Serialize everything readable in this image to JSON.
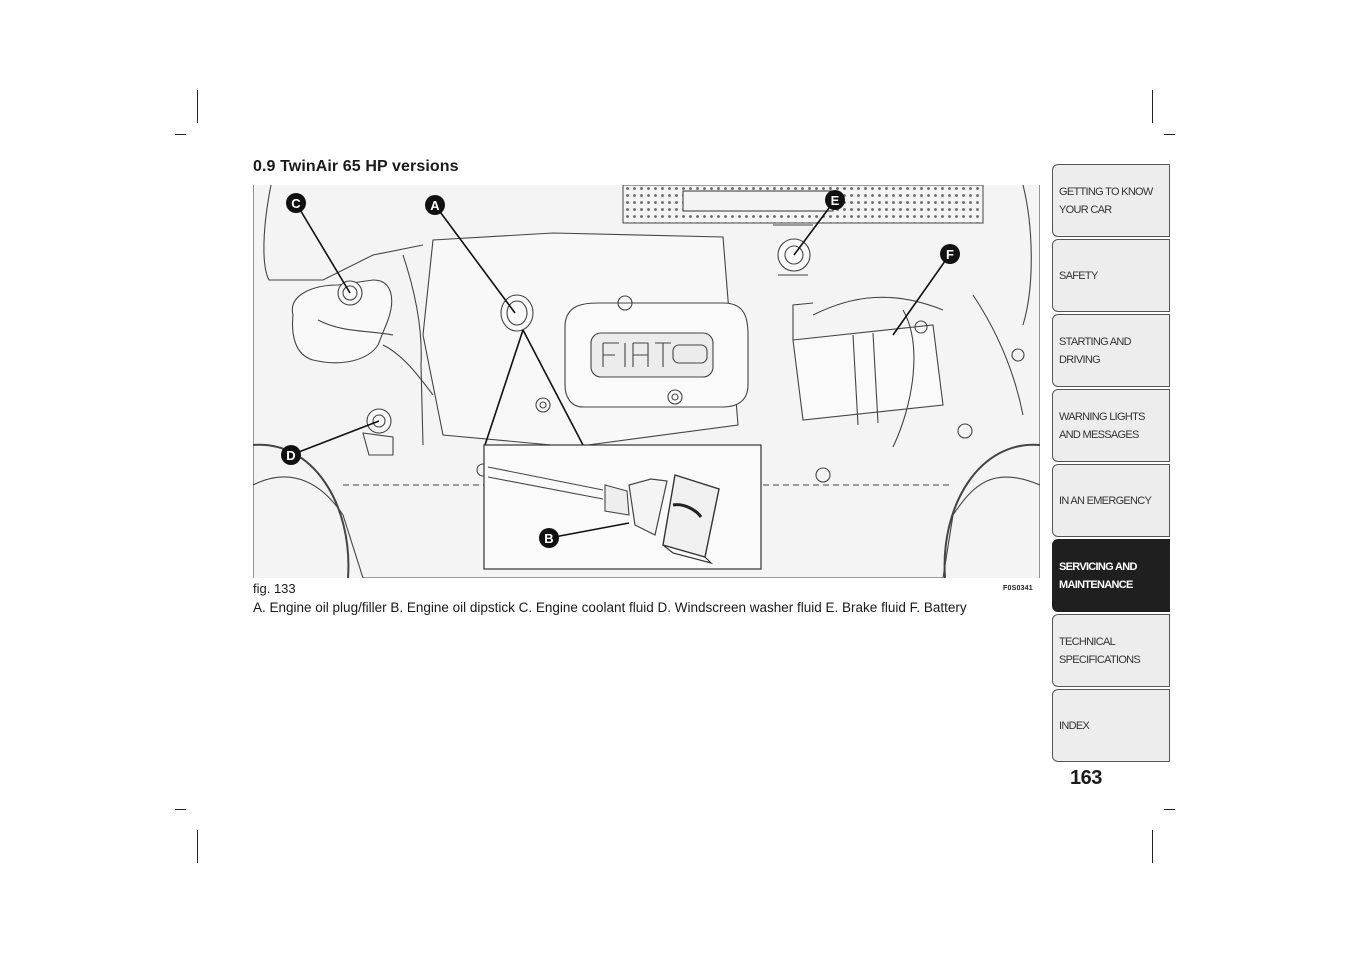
{
  "section": {
    "title": "0.9 TwinAir 65 HP versions"
  },
  "figure": {
    "number": "fig. 133",
    "code": "F0S0341",
    "badge_labels": [
      "A",
      "B",
      "C",
      "D",
      "E",
      "F"
    ],
    "caption": "A. Engine oil plug/filler B. Engine oil dipstick C. Engine coolant fluid D. Windscreen washer fluid E. Brake fluid F. Battery"
  },
  "nav": {
    "tabs": [
      {
        "label": "GETTING TO KNOW\nYOUR CAR",
        "active": false
      },
      {
        "label": "SAFETY",
        "active": false
      },
      {
        "label": "STARTING AND\nDRIVING",
        "active": false
      },
      {
        "label": "WARNING LIGHTS\nAND MESSAGES",
        "active": false
      },
      {
        "label": "IN AN EMERGENCY",
        "active": false
      },
      {
        "label": "SERVICING AND\nMAINTENANCE",
        "active": true
      },
      {
        "label": "TECHNICAL\nSPECIFICATIONS",
        "active": false
      },
      {
        "label": "INDEX",
        "active": false
      }
    ]
  },
  "page": {
    "number": "163"
  }
}
